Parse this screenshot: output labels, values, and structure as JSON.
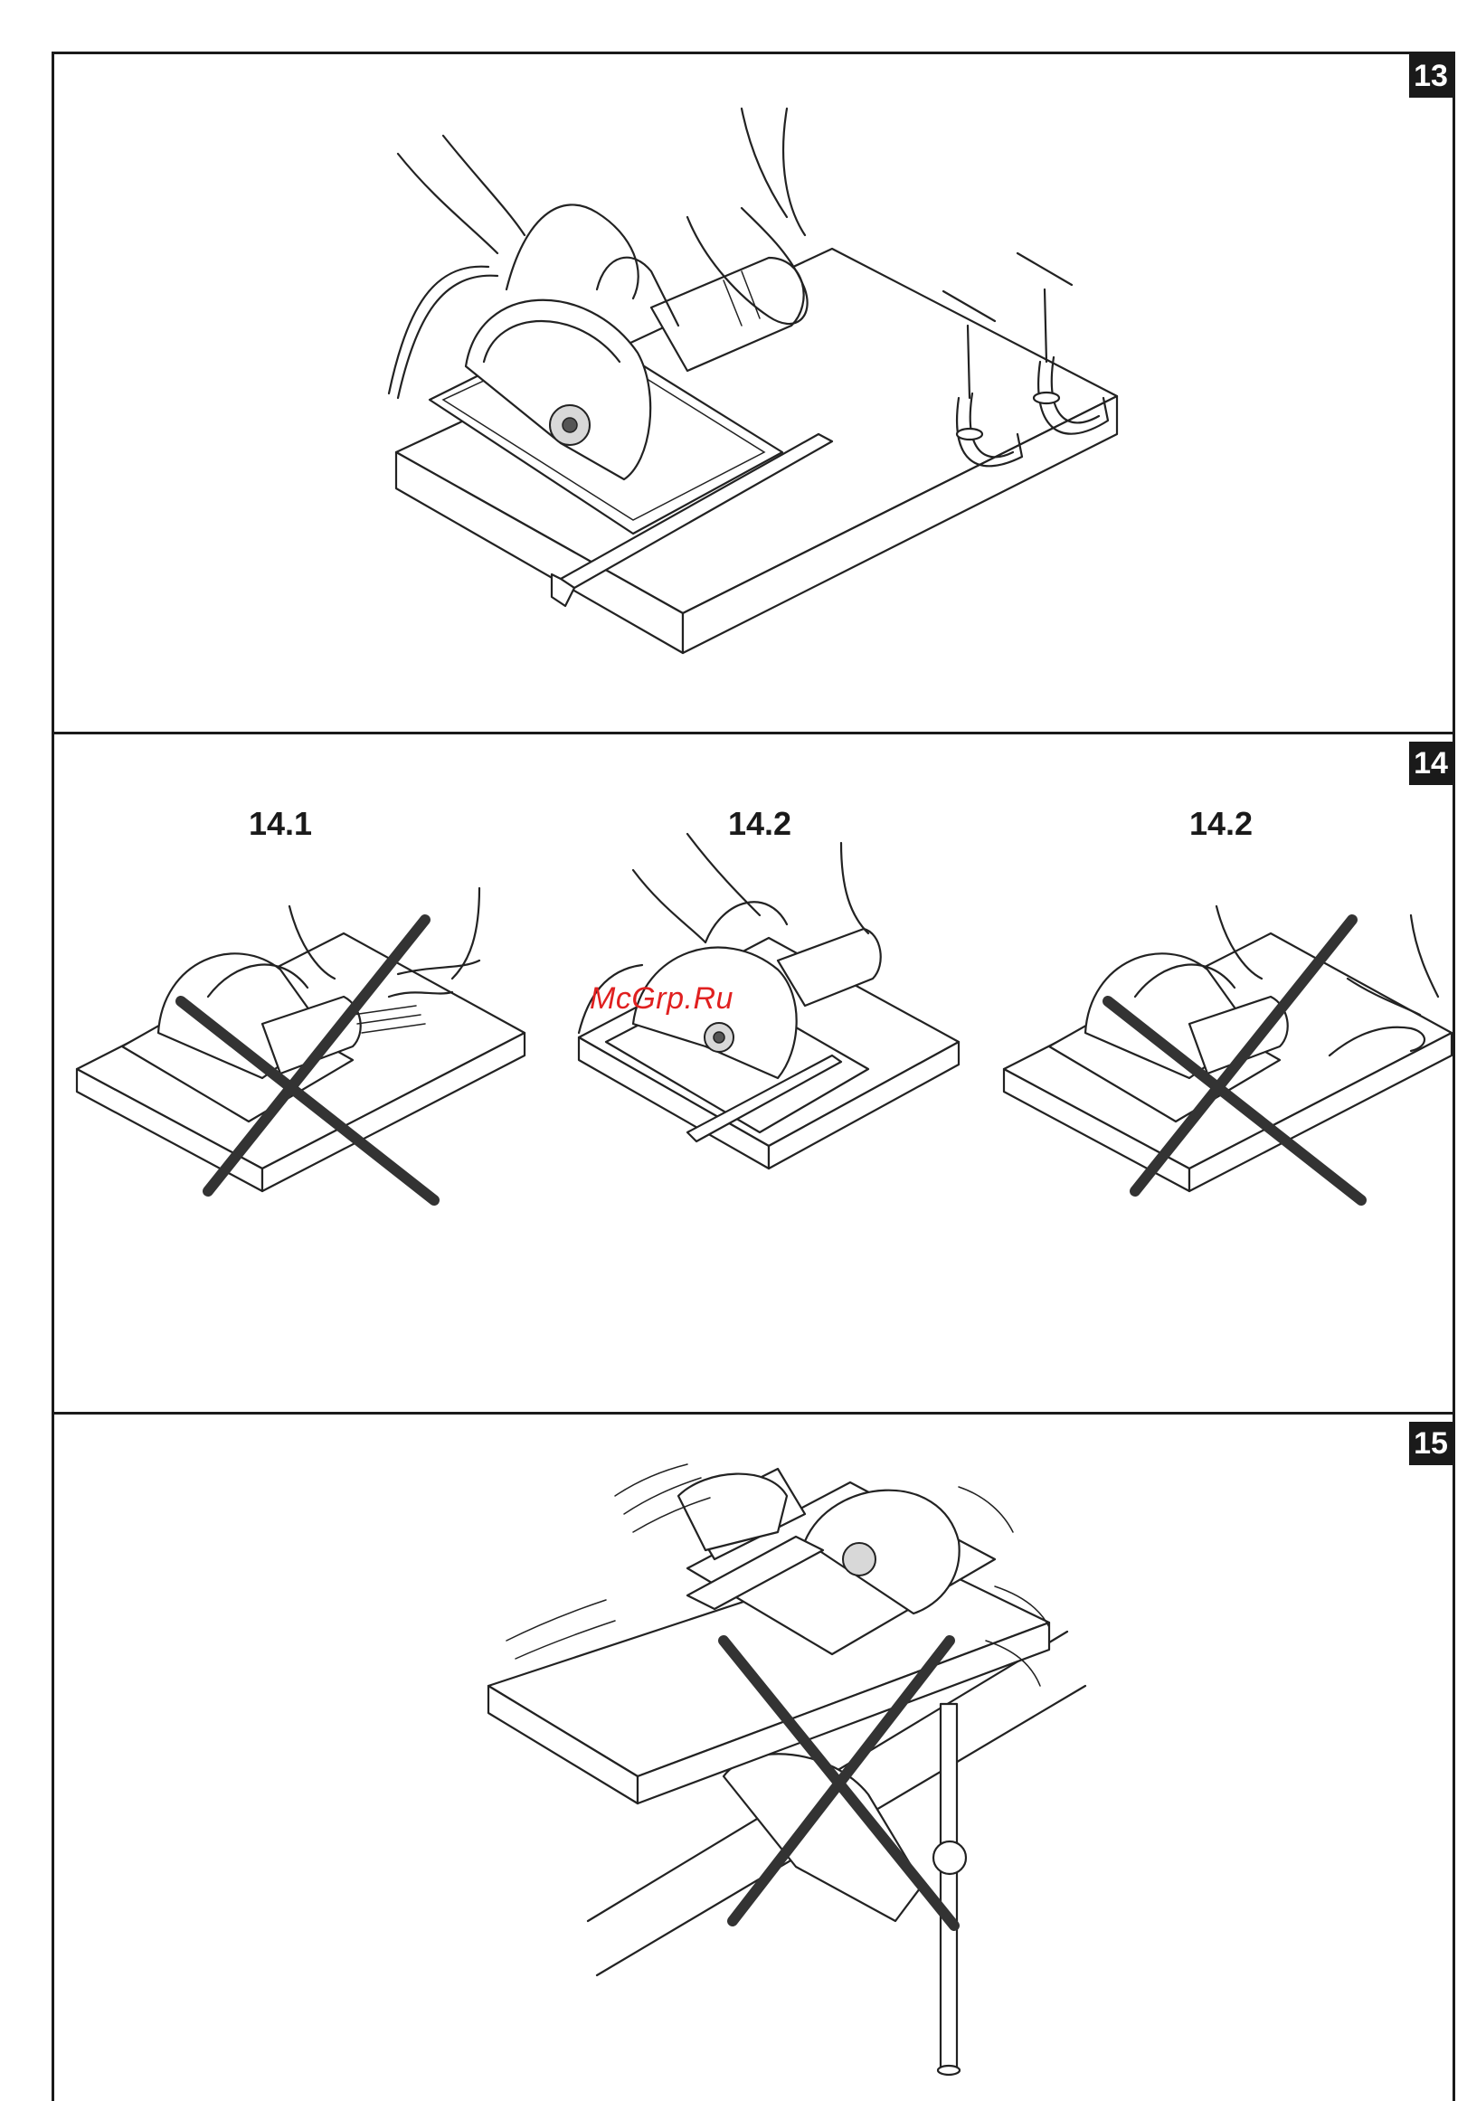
{
  "figures": {
    "fig13": {
      "number": "13"
    },
    "fig14": {
      "number": "14",
      "sub_labels": [
        "14.1",
        "14.2",
        "14.2"
      ]
    },
    "fig15": {
      "number": "15"
    }
  },
  "watermark": "McGrp.Ru",
  "icons": {
    "prohibited_mark": "cross-icon"
  }
}
